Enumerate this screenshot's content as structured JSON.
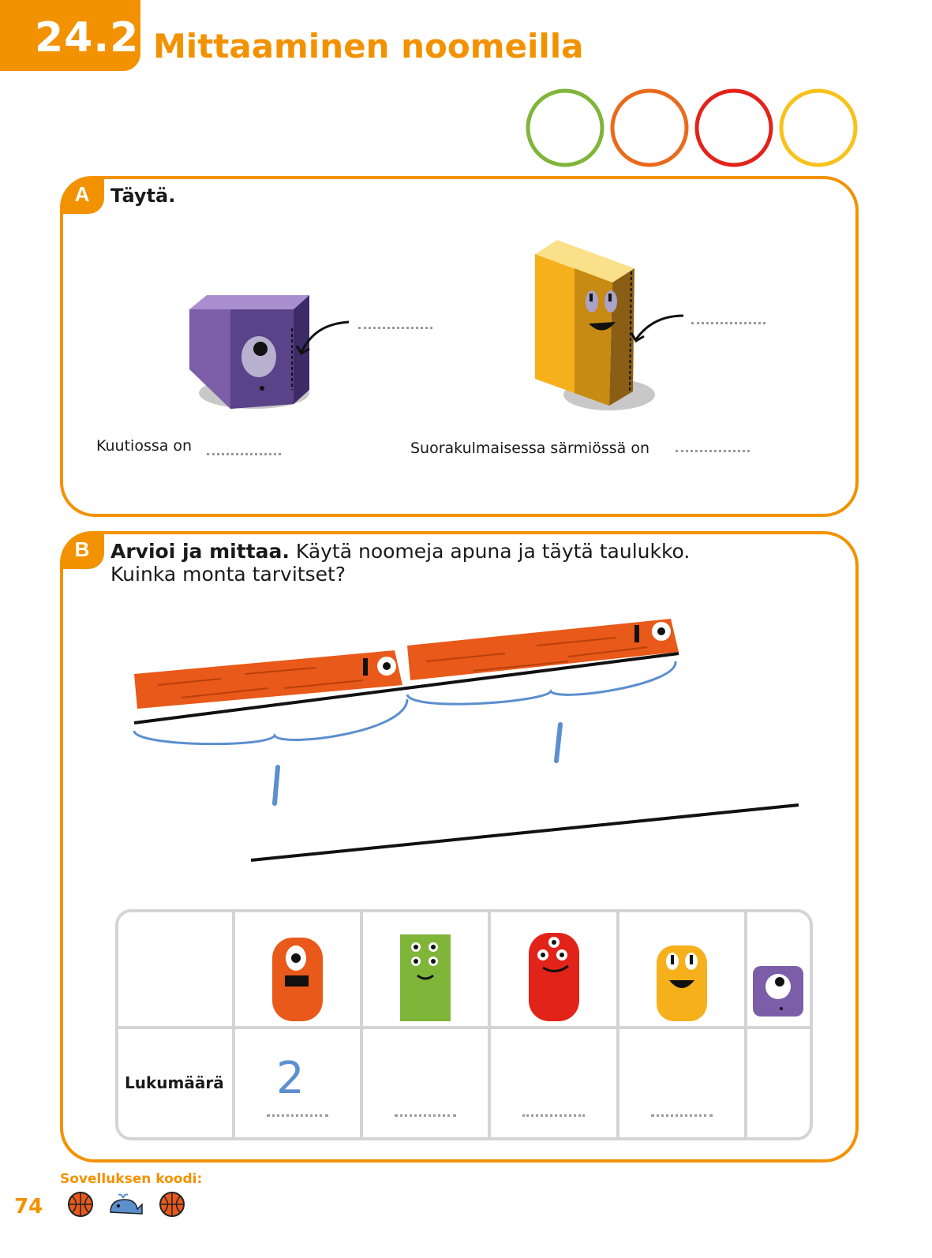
{
  "header": {
    "chapter_number": "24.2",
    "title": "Mittaaminen noomeilla",
    "progress_circle_colors": [
      "#7fb539",
      "#ea6a1c",
      "#e2231a",
      "#f8c21c"
    ]
  },
  "task_a": {
    "label": "A",
    "instruction": "Täytä.",
    "cube_text": "Kuutiossa on",
    "prism_text": "Suorakulmaisessa särmiössä on"
  },
  "task_b": {
    "label": "B",
    "instruction_bold": "Arvioi ja mittaa.",
    "instruction_rest": "Käytä noomeja apuna ja täytä taulukko.",
    "instruction_line2": "Kuinka monta tarvitset?",
    "table": {
      "row_label": "Lukumäärä",
      "columns": [
        {
          "nome": "orange-nome",
          "color": "#e8591a",
          "answer": "2"
        },
        {
          "nome": "green-nome",
          "color": "#7fb539",
          "answer": ""
        },
        {
          "nome": "red-nome",
          "color": "#e2231a",
          "answer": ""
        },
        {
          "nome": "yellow-nome",
          "color": "#f6b01b",
          "answer": ""
        },
        {
          "nome": "purple-nome",
          "color": "#7b5ea7",
          "answer": ""
        }
      ]
    }
  },
  "footer": {
    "app_code_label": "Sovelluksen koodi:",
    "page_number": "74",
    "app_code_icons": [
      "basketball-icon",
      "whale-icon",
      "basketball-icon"
    ]
  }
}
